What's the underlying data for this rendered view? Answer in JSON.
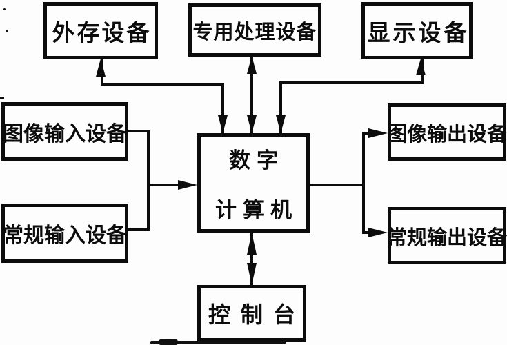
{
  "diagram": {
    "type": "block-diagram",
    "background": "#fdfdfd",
    "ink": "#0c0c0c",
    "nodes": {
      "external_storage": {
        "label": "外存设备"
      },
      "special_processing": {
        "label": "专用处理设备"
      },
      "display": {
        "label": "显示设备"
      },
      "image_input": {
        "label": "图像输入设备"
      },
      "conventional_input": {
        "label": "常规输入设备"
      },
      "computer": {
        "label_top": "数字",
        "label_bottom": "计算机"
      },
      "image_output": {
        "label": "图像输出设备"
      },
      "conventional_output": {
        "label": "常规输出设备"
      },
      "console": {
        "label": "控制台"
      }
    },
    "edges": [
      {
        "from": "computer",
        "to": "external_storage",
        "bidirectional": true
      },
      {
        "from": "computer",
        "to": "special_processing",
        "bidirectional": true
      },
      {
        "from": "computer",
        "to": "display",
        "bidirectional": true
      },
      {
        "from": "image_input",
        "to": "computer",
        "bidirectional": false
      },
      {
        "from": "conventional_input",
        "to": "computer",
        "bidirectional": false
      },
      {
        "from": "computer",
        "to": "image_output",
        "bidirectional": false
      },
      {
        "from": "computer",
        "to": "conventional_output",
        "bidirectional": false
      },
      {
        "from": "computer",
        "to": "console",
        "bidirectional": true
      }
    ]
  }
}
